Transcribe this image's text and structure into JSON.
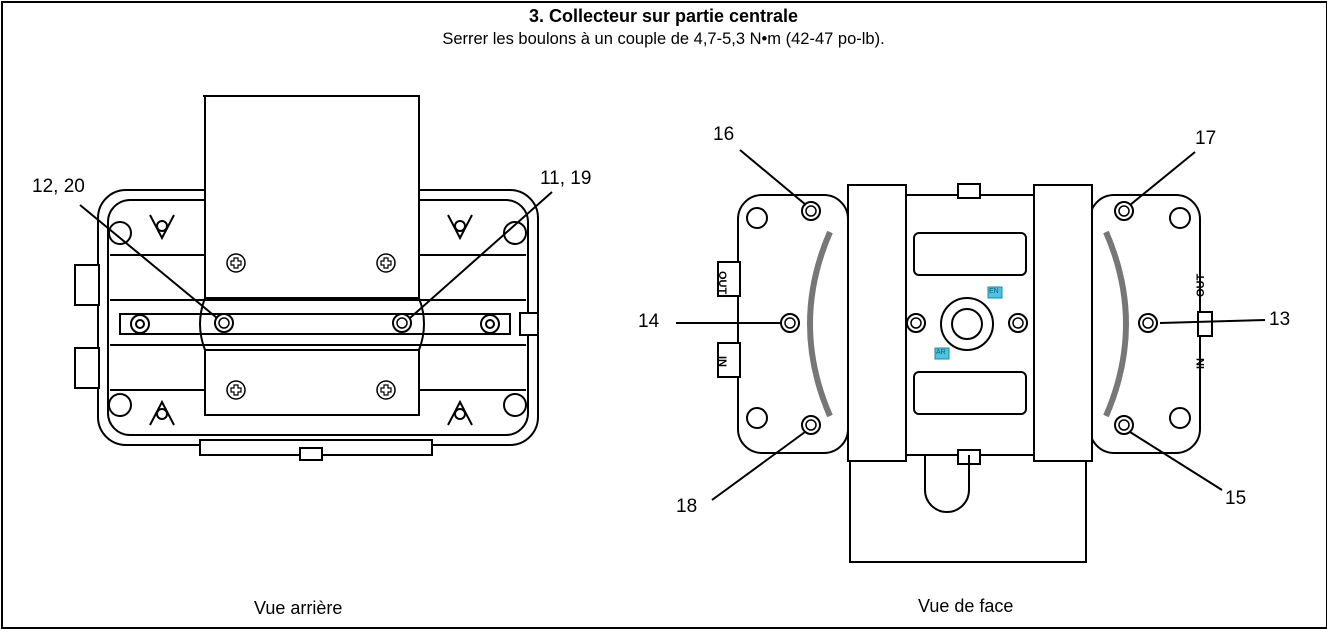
{
  "header": {
    "title": "3. Collecteur sur partie centrale",
    "subtitle": "Serrer les boulons à un couple de 4,7-5,3 N•m (42-47 po-lb)."
  },
  "rear_view": {
    "caption": "Vue arrière",
    "callouts": [
      "12, 20",
      "11, 19"
    ]
  },
  "front_view": {
    "caption": "Vue de face",
    "callouts": [
      "16",
      "17",
      "14",
      "13",
      "18",
      "15"
    ],
    "port_labels": [
      "OUT",
      "IN",
      "OUT",
      "IN"
    ],
    "tags": [
      "EN",
      "AR"
    ]
  },
  "colors": {
    "tag": "#4fc3e0",
    "line": "#000000",
    "shade": "#d9d9d9"
  }
}
